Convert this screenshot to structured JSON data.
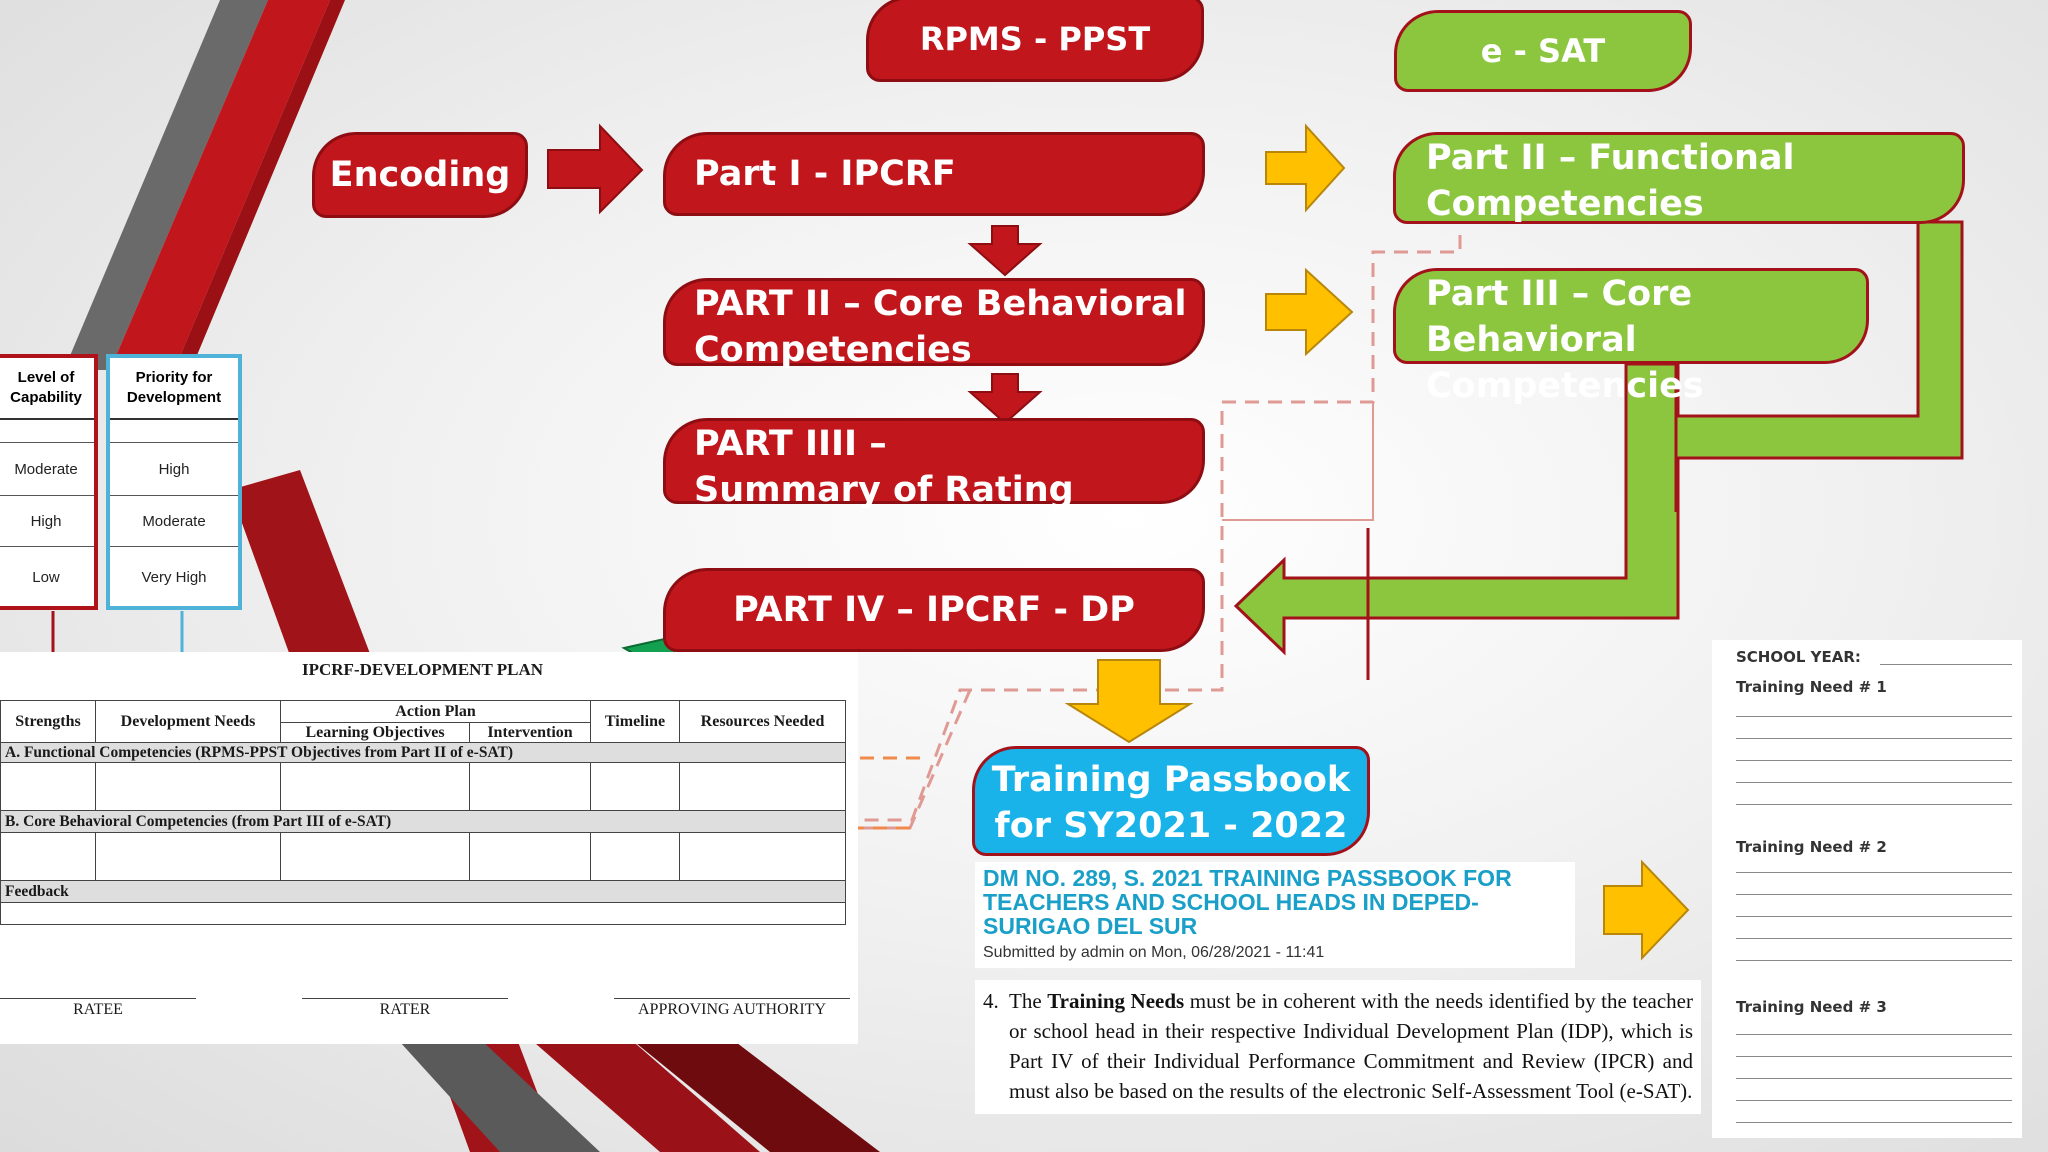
{
  "boxes": {
    "rpms": "RPMS - PPST",
    "esat": "e -  SAT",
    "encoding": "Encoding",
    "part1": "Part I - IPCRF",
    "part2_core_l1": "PART II – Core Behavioral",
    "part2_core_l2": "Competencies",
    "part3_summary_l1": "PART IIII –",
    "part3_summary_l2": "Summary of Rating",
    "part4": "PART IV –  IPCRF - DP",
    "func_l1": "Part II – Functional",
    "func_l2": "Competencies",
    "core_l1": "Part III – Core Behavioral",
    "core_l2": "Competencies",
    "passbook_l1": "Training Passbook",
    "passbook_l2": "for SY2021 - 2022"
  },
  "capability_table": {
    "level_header": [
      "Level of",
      "Capability"
    ],
    "priority_header": [
      "Priority for",
      "Development"
    ],
    "level_values": [
      "Moderate",
      "High",
      "Low"
    ],
    "priority_values": [
      "High",
      "Moderate",
      "Very High"
    ]
  },
  "dev_plan": {
    "title": "IPCRF-DEVELOPMENT PLAN",
    "headers": {
      "strengths": "Strengths",
      "needs": "Development Needs",
      "action_plan": "Action Plan",
      "learning_objectives": "Learning Objectives",
      "intervention": "Intervention",
      "timeline": "Timeline",
      "resources": "Resources Needed"
    },
    "section_a": "A. Functional Competencies (RPMS-PPST Objectives from Part II of e-SAT)",
    "section_b": "B. Core Behavioral Competencies (from Part III of e-SAT)",
    "feedback": "Feedback",
    "signatures": [
      "RATEE",
      "RATER",
      "APPROVING AUTHORITY"
    ]
  },
  "article": {
    "title": "DM NO. 289, S. 2021 TRAINING PASSBOOK FOR TEACHERS AND SCHOOL HEADS IN DEPED-SURIGAO DEL SUR",
    "submitted": "Submitted by admin on Mon, 06/28/2021 - 11:41",
    "item_number": "4.",
    "paragraph_pre": "The ",
    "paragraph_bold": "Training Needs",
    "paragraph_post": " must be in coherent with the needs identified by the teacher or school head in their respective Individual Development Plan (IDP), which is Part IV of their Individual Performance Commitment and Review (IPCR) and must also be based on the results of the electronic Self-Assessment Tool (e-SAT)."
  },
  "passbook_form": {
    "school_year": "SCHOOL YEAR:",
    "need1": "Training Need # 1",
    "need2": "Training Need # 2",
    "need3": "Training Need # 3"
  },
  "colors": {
    "red": "#c0161c",
    "green": "#8cc63f",
    "blue": "#19b3ea",
    "yellow": "#ffc000",
    "arrow_green": "#13a050",
    "dashed": "#e09a94",
    "dashed_orange": "#f08a4b"
  }
}
